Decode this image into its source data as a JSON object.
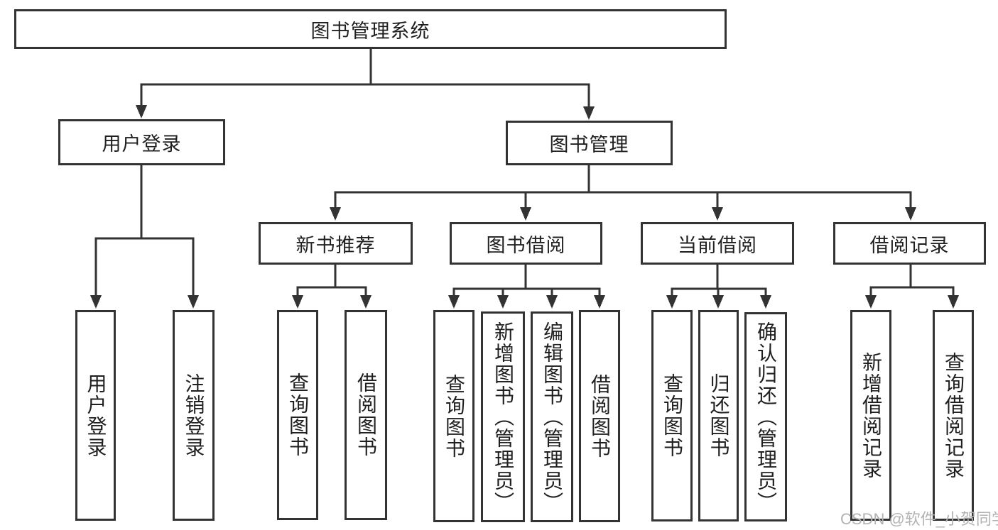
{
  "diagram_title": "图书管理系统",
  "nodes": {
    "root": {
      "label": "图书管理系统",
      "level": 1
    },
    "user_login": {
      "label": "用户登录",
      "level": 2
    },
    "book_mgmt": {
      "label": "图书管理",
      "level": 2
    },
    "new_book_rec": {
      "label": "新书推荐",
      "level": 3
    },
    "book_borrow": {
      "label": "图书借阅",
      "level": 3
    },
    "current_borrow": {
      "label": "当前借阅",
      "level": 3
    },
    "borrow_records": {
      "label": "借阅记录",
      "level": 3
    },
    "user_login_leaf": {
      "label": "用户登录",
      "level": 4
    },
    "logout_leaf": {
      "label": "注销登录",
      "level": 4
    },
    "nbr_query": {
      "label": "查询图书",
      "level": 4
    },
    "nbr_borrow": {
      "label": "借阅图书",
      "level": 4
    },
    "bb_query": {
      "label": "查询图书",
      "level": 4
    },
    "bb_add": {
      "label": "新增图书（管理员）",
      "level": 4
    },
    "bb_edit": {
      "label": "编辑图书（管理员）",
      "level": 4
    },
    "bb_borrow": {
      "label": "借阅图书",
      "level": 4
    },
    "cb_query": {
      "label": "查询图书",
      "level": 4
    },
    "cb_return": {
      "label": "归还图书",
      "level": 4
    },
    "cb_confirm": {
      "label": "确认归还（管理员）",
      "level": 4
    },
    "br_add": {
      "label": "新增借阅记录",
      "level": 4
    },
    "br_query": {
      "label": "查询借阅记录",
      "level": 4
    }
  },
  "structure": {
    "root": "图书管理系统",
    "children": [
      {
        "label": "用户登录",
        "children": [
          "用户登录",
          "注销登录"
        ]
      },
      {
        "label": "图书管理",
        "children": [
          {
            "label": "新书推荐",
            "children": [
              "查询图书",
              "借阅图书"
            ]
          },
          {
            "label": "图书借阅",
            "children": [
              "查询图书",
              "新增图书（管理员）",
              "编辑图书（管理员）",
              "借阅图书"
            ]
          },
          {
            "label": "当前借阅",
            "children": [
              "查询图书",
              "归还图书",
              "确认归还（管理员）"
            ]
          },
          {
            "label": "借阅记录",
            "children": [
              "新增借阅记录",
              "查询借阅记录"
            ]
          }
        ]
      }
    ]
  },
  "watermark": {
    "text": "CSDN @软件_小贺同学",
    "color": "#b3b3b3"
  },
  "colors": {
    "line": "#333333",
    "box_border": "#333333",
    "text": "#1f1f1f",
    "background": "#ffffff"
  }
}
